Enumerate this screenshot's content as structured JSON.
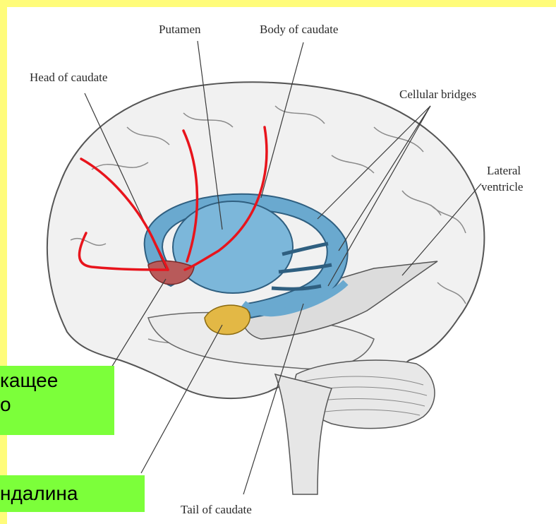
{
  "labels": {
    "putamen": "Putamen",
    "body_of_caudate": "Body of caudate",
    "head_of_caudate": "Head of caudate",
    "cellular_bridges": "Cellular bridges",
    "lateral_ventricle_1": "Lateral",
    "lateral_ventricle_2": "ventricle",
    "tail_of_caudate": "Tail of caudate"
  },
  "overlay_boxes": {
    "box1_line1": "кащее",
    "box1_line2": "о",
    "box2_line1": "ндалина"
  },
  "colors": {
    "page_border": "#fffc7a",
    "overlay_box": "#7cff3a",
    "caudate_blue": "#6aa9cf",
    "amygdala_yellow": "#e3b845",
    "nucleus_red": "#b85a5a",
    "drawn_lines": "#e8141c"
  }
}
